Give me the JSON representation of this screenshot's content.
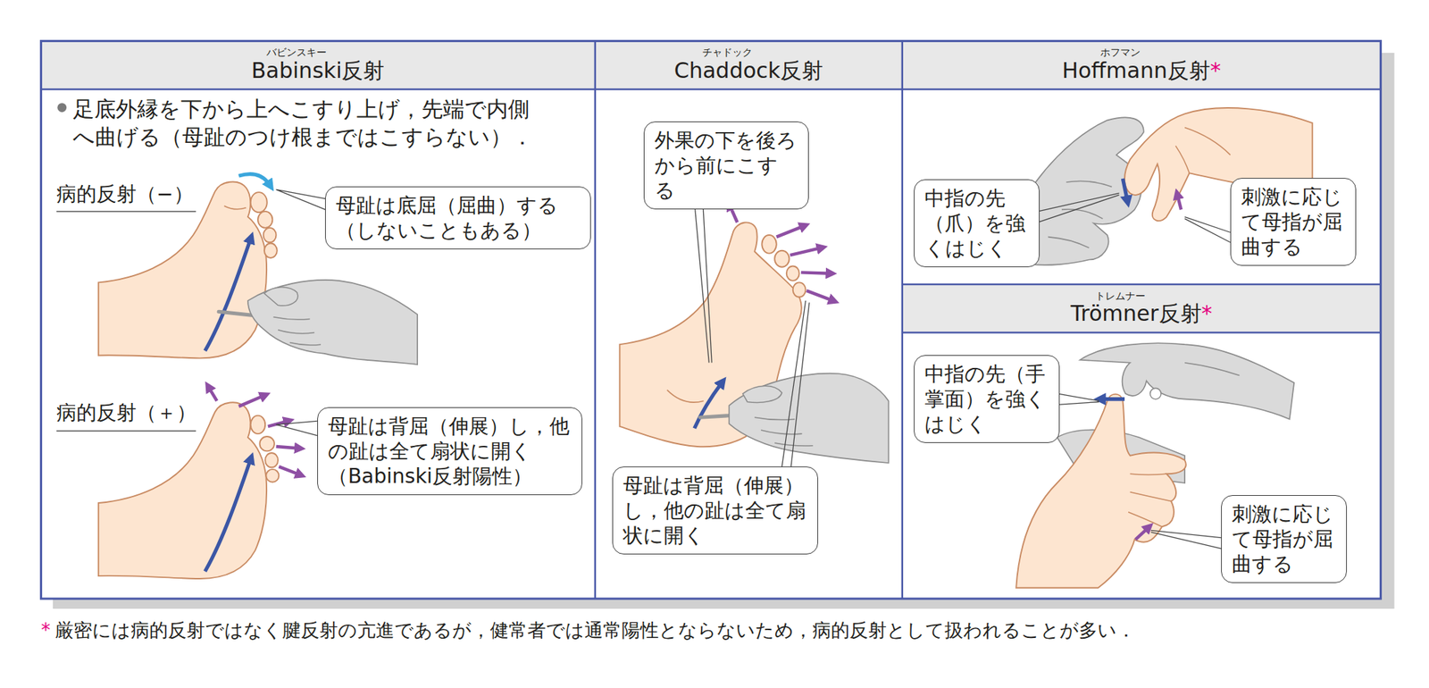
{
  "diagram": {
    "nodes": [
      {
        "text": [
          "バビンスキー",
          "Babinski反射"
        ]
      },
      {
        "text": [
          "チャドック",
          "Chaddock反射"
        ]
      },
      {
        "text": [
          "ホフマン",
          "Hoffmann反射",
          "*"
        ]
      },
      {
        "text": [
          "トレムナー",
          "Trömner反射",
          "*"
        ]
      },
      {
        "text": [
          "母趾は底屈（屈曲）する（しないこともある）"
        ]
      },
      {
        "text": [
          "母趾は背屈（伸展）し，他の趾は全て扇状に開く（Babinski反射陽性）"
        ]
      },
      {
        "text": [
          "外果の下を後ろから前にこする"
        ]
      },
      {
        "text": [
          "母趾は背屈（伸展）し，他の趾は全て扇状に開く"
        ]
      },
      {
        "text": [
          "中指の先（爪）を強くはじく"
        ]
      },
      {
        "text": [
          "刺激に応じて母指が屈曲する"
        ]
      },
      {
        "text": [
          "中指の先（手掌面）を強くはじく"
        ]
      },
      {
        "text": [
          "刺激に応じて母指が屈曲する"
        ]
      }
    ],
    "labels": [
      "足底外縁を下から上へこすり上げ，先端で内側へ曲げる（母趾のつけ根まではこすらない）．",
      "病的反射（−）",
      "病的反射（＋）",
      "*",
      "厳密には病的反射ではなく腱反射の亢進であるが，健常者では通常陽性とならないため，病的反射として扱われることが多い．"
    ]
  }
}
